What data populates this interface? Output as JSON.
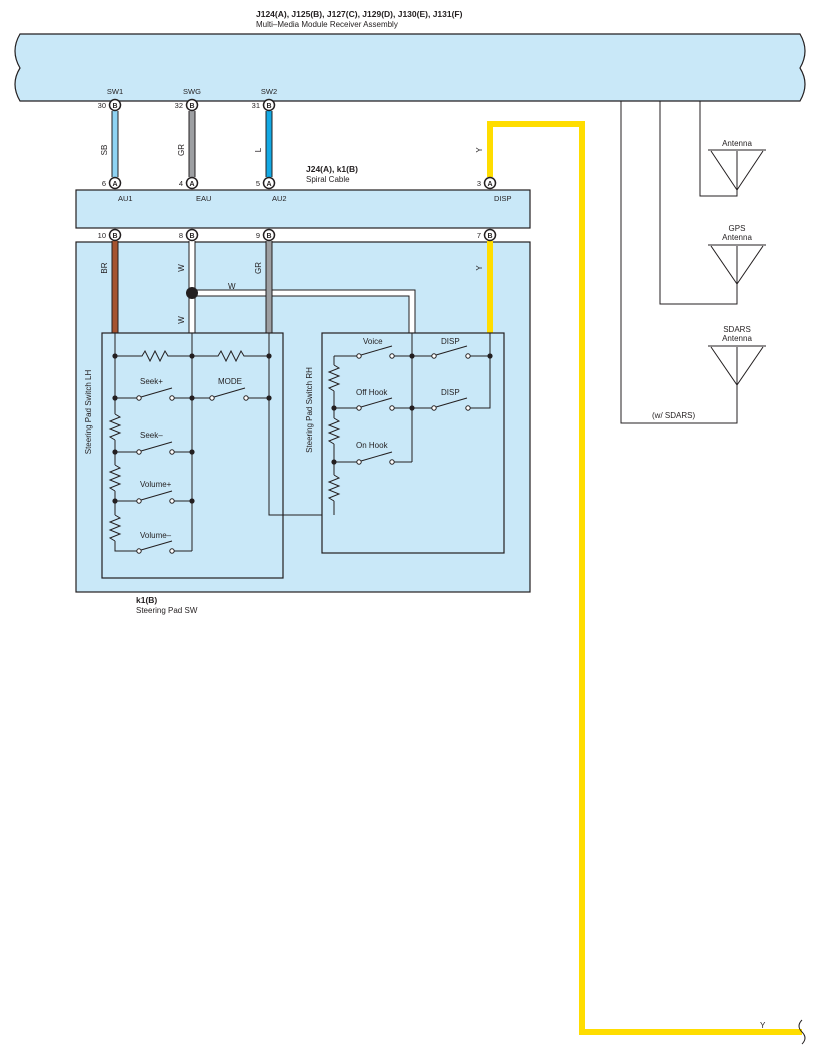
{
  "colors": {
    "component_fill": "#c9e8f8",
    "stroke": "#231f20",
    "wire_SB": "#8fd3f3",
    "wire_GR": "#9d9fa2",
    "wire_L": "#13a9e4",
    "wire_Y": "#ffdd00",
    "wire_BR": "#a5532f",
    "wire_W": "#ffffff"
  },
  "receiver": {
    "connectors": "J124(A), J125(B), J127(C), J129(D), J130(E), J131(F)",
    "name": "Multi–Media Module Receiver Assembly",
    "terminals": [
      {
        "name": "SW1",
        "pin": "30",
        "conn": "B"
      },
      {
        "name": "SWG",
        "pin": "32",
        "conn": "B"
      },
      {
        "name": "SW2",
        "pin": "31",
        "conn": "B"
      }
    ]
  },
  "wire_colors": {
    "sb": "SB",
    "gr1": "GR",
    "l": "L",
    "y1": "Y",
    "br": "BR",
    "w1": "W",
    "gr2": "GR",
    "y2": "Y",
    "w_h": "W",
    "w2": "W",
    "y_bottom": "Y"
  },
  "spiral": {
    "connectors": "J24(A), k1(B)",
    "name": "Spiral Cable",
    "top_pins": [
      {
        "pin": "6",
        "conn": "A",
        "label": "AU1"
      },
      {
        "pin": "4",
        "conn": "A",
        "label": "EAU"
      },
      {
        "pin": "5",
        "conn": "A",
        "label": "AU2"
      },
      {
        "pin": "3",
        "conn": "A",
        "label": "DISP"
      }
    ],
    "bottom_pins": [
      {
        "pin": "10",
        "conn": "B"
      },
      {
        "pin": "8",
        "conn": "B"
      },
      {
        "pin": "9",
        "conn": "B"
      },
      {
        "pin": "7",
        "conn": "B"
      }
    ]
  },
  "steering_pad": {
    "connector": "k1(B)",
    "name": "Steering Pad SW",
    "lh_label": "Steering Pad Switch LH",
    "rh_label": "Steering Pad Switch RH",
    "lh_switches": [
      "Seek+",
      "MODE",
      "Seek–",
      "Volume+",
      "Volume–"
    ],
    "rh_switches": [
      "Voice",
      "DISP",
      "Off Hook",
      "DISP",
      "On Hook"
    ]
  },
  "antennas": {
    "antenna": "Antenna",
    "gps_line1": "GPS",
    "gps_line2": "Antenna",
    "sdars_line1": "SDARS",
    "sdars_line2": "Antenna",
    "sdars_note": "(w/ SDARS)"
  }
}
